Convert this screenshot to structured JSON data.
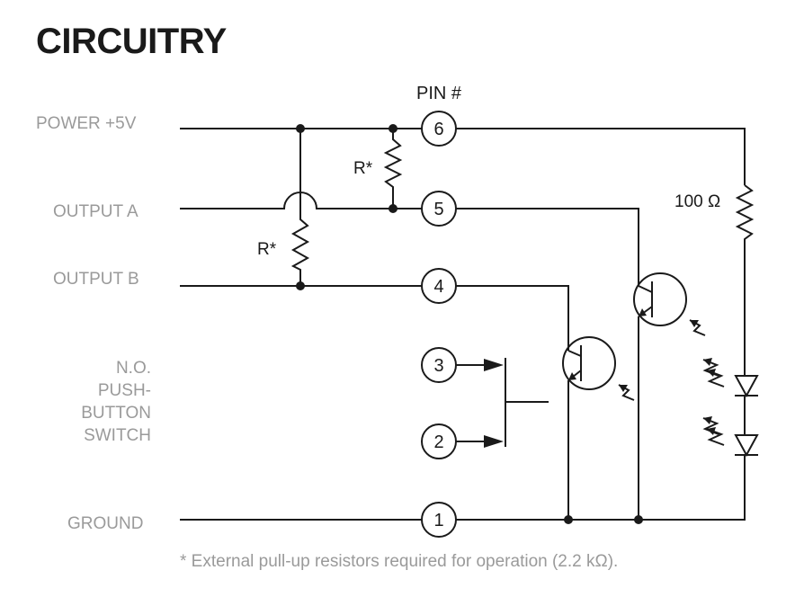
{
  "title": "CIRCUITRY",
  "pin_header": "PIN #",
  "signals": {
    "power": "POWER +5V",
    "output_a": "OUTPUT A",
    "output_b": "OUTPUT B",
    "switch_line1": "N.O.",
    "switch_line2": "PUSH-",
    "switch_line3": "BUTTON",
    "switch_line4": "SWITCH",
    "ground": "GROUND"
  },
  "pins": {
    "p1": "1",
    "p2": "2",
    "p3": "3",
    "p4": "4",
    "p5": "5",
    "p6": "6"
  },
  "resistors": {
    "pullup_a": "R*",
    "pullup_b": "R*",
    "led_resistor": "100 Ω"
  },
  "footnote": "* External pull-up resistors required for operation (2.2 kΩ)."
}
